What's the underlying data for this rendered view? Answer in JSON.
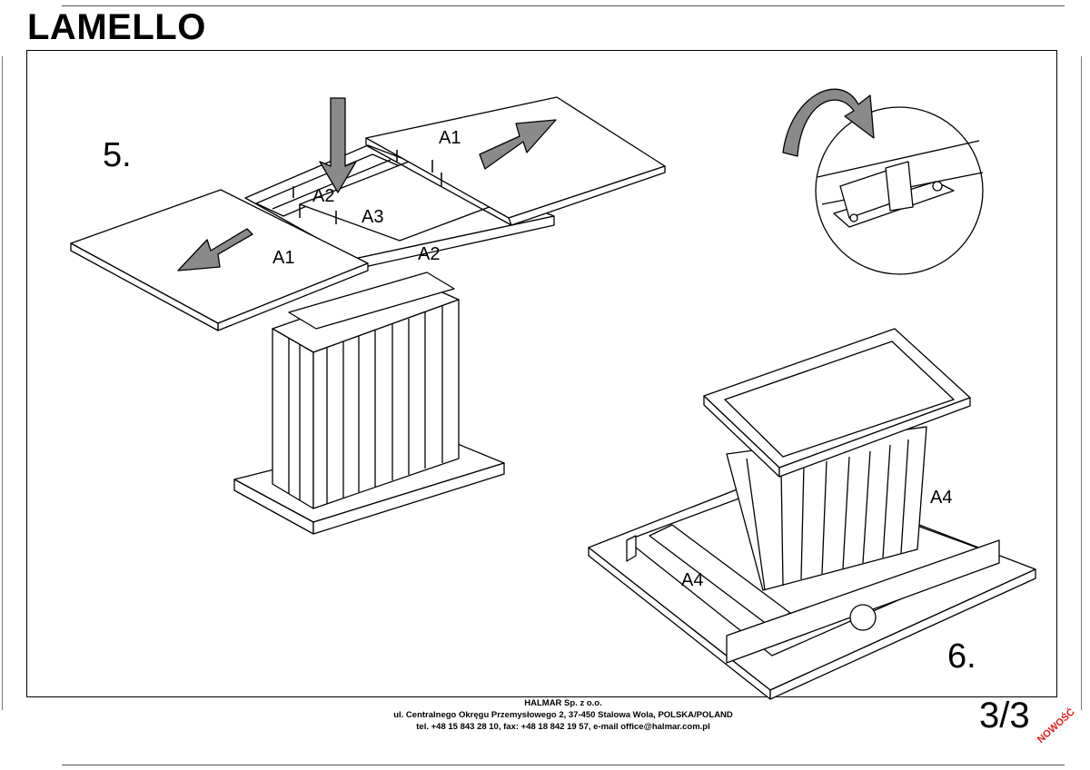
{
  "header": {
    "title": "LAMELLO"
  },
  "steps": {
    "step5": "5.",
    "step6": "6."
  },
  "labels": {
    "a1_right": "A1",
    "a1_left": "A1",
    "a2_top": "A2",
    "a2_front": "A2",
    "a3": "A3",
    "a4_right": "A4",
    "a4_left": "A4"
  },
  "footer": {
    "company": "HALMAR Sp. z o.o.",
    "address": "ul. Centralnego Okręgu Przemysłowego 2, 37-450 Stalowa Wola, POLSKA/POLAND",
    "contact": "tel. +48 15 843 28 10, fax: +48 18 842 19 57, e-mail office@halmar.com.pl"
  },
  "page": {
    "number": "3/3"
  },
  "stamp": {
    "text": "NOWOŚĆ"
  },
  "colors": {
    "stamp": "#e0201b",
    "arrow_fill": "#8a8a8a",
    "line": "#000000"
  }
}
